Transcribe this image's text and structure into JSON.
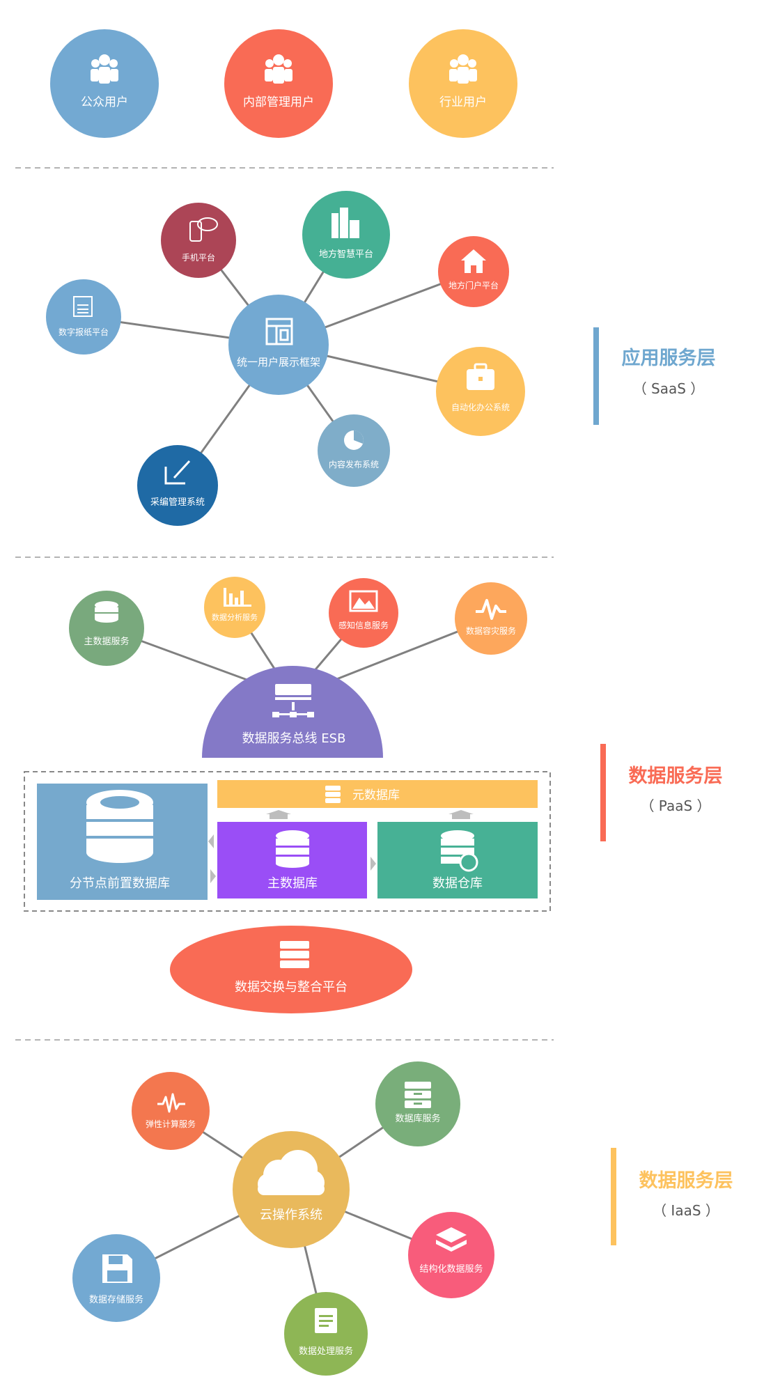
{
  "users": [
    {
      "label": "公众用户",
      "color": "#73a9d2"
    },
    {
      "label": "内部管理用户",
      "color": "#f96b55"
    },
    {
      "label": "行业用户",
      "color": "#fdc25e"
    }
  ],
  "saas": {
    "hub": {
      "label": "统一用户展示框架",
      "color": "#73a9d2",
      "icon": "layout-icon"
    },
    "nodes": [
      {
        "label": "手机平台",
        "color": "#ac4556",
        "icon": "mobile-chat-icon"
      },
      {
        "label": "地方智慧平台",
        "color": "#45b094",
        "icon": "city-buildings-icon"
      },
      {
        "label": "地方门户平台",
        "color": "#f96b55",
        "icon": "home-icon"
      },
      {
        "label": "数字报纸平台",
        "color": "#73a9d2",
        "icon": "newspaper-icon"
      },
      {
        "label": "自动化办公系统",
        "color": "#fdc25e",
        "icon": "briefcase-icon"
      },
      {
        "label": "内容发布系统",
        "color": "#7fadc9",
        "icon": "pie-chart-icon"
      },
      {
        "label": "采编管理系统",
        "color": "#1f6aa5",
        "icon": "edit-pen-icon"
      }
    ],
    "title": "应用服务层",
    "subtitle": "（ SaaS ）",
    "accent": "#6fa7cf"
  },
  "paas": {
    "esb": {
      "label": "数据服务总线   ESB",
      "color": "#8479c7",
      "icon": "server-network-icon"
    },
    "nodes": [
      {
        "label": "主数据服务",
        "color": "#79a97d",
        "icon": "database-icon"
      },
      {
        "label": "数据分析服务",
        "color": "#fdc25e",
        "icon": "bar-chart-icon"
      },
      {
        "label": "感知信息服务",
        "color": "#f96b55",
        "icon": "image-icon"
      },
      {
        "label": "数据容灾服务",
        "color": "#fda75c",
        "icon": "pulse-icon"
      }
    ],
    "blocks": {
      "node_db": {
        "label": "分节点前置数据库",
        "color": "#76a9cd"
      },
      "meta_db": {
        "label": "元数据库",
        "color": "#fdc25e"
      },
      "master_db": {
        "label": "主数据库",
        "color": "#9a4ef6"
      },
      "warehouse": {
        "label": "数据仓库",
        "color": "#47b195"
      }
    },
    "exchange": {
      "label": "数据交换与整合平台",
      "color": "#f96b55"
    },
    "title": "数据服务层",
    "subtitle": "（ PaaS ）",
    "accent": "#f96b55"
  },
  "iaas": {
    "hub": {
      "label": "云操作系统",
      "color": "#e9b95c",
      "icon": "cloud-icon"
    },
    "nodes": [
      {
        "label": "弹性计算服务",
        "color": "#f3774f",
        "icon": "heartbeat-icon"
      },
      {
        "label": "数据库服务",
        "color": "#79ae7a",
        "icon": "archive-icon"
      },
      {
        "label": "结构化数据服务",
        "color": "#f85c7b",
        "icon": "layers-icon"
      },
      {
        "label": "数据存储服务",
        "color": "#73a9d2",
        "icon": "floppy-disk-icon"
      },
      {
        "label": "数据处理服务",
        "color": "#8eb655",
        "icon": "document-icon"
      }
    ],
    "title": "数据服务层",
    "subtitle": "（ IaaS ）",
    "accent": "#fdc25e"
  }
}
